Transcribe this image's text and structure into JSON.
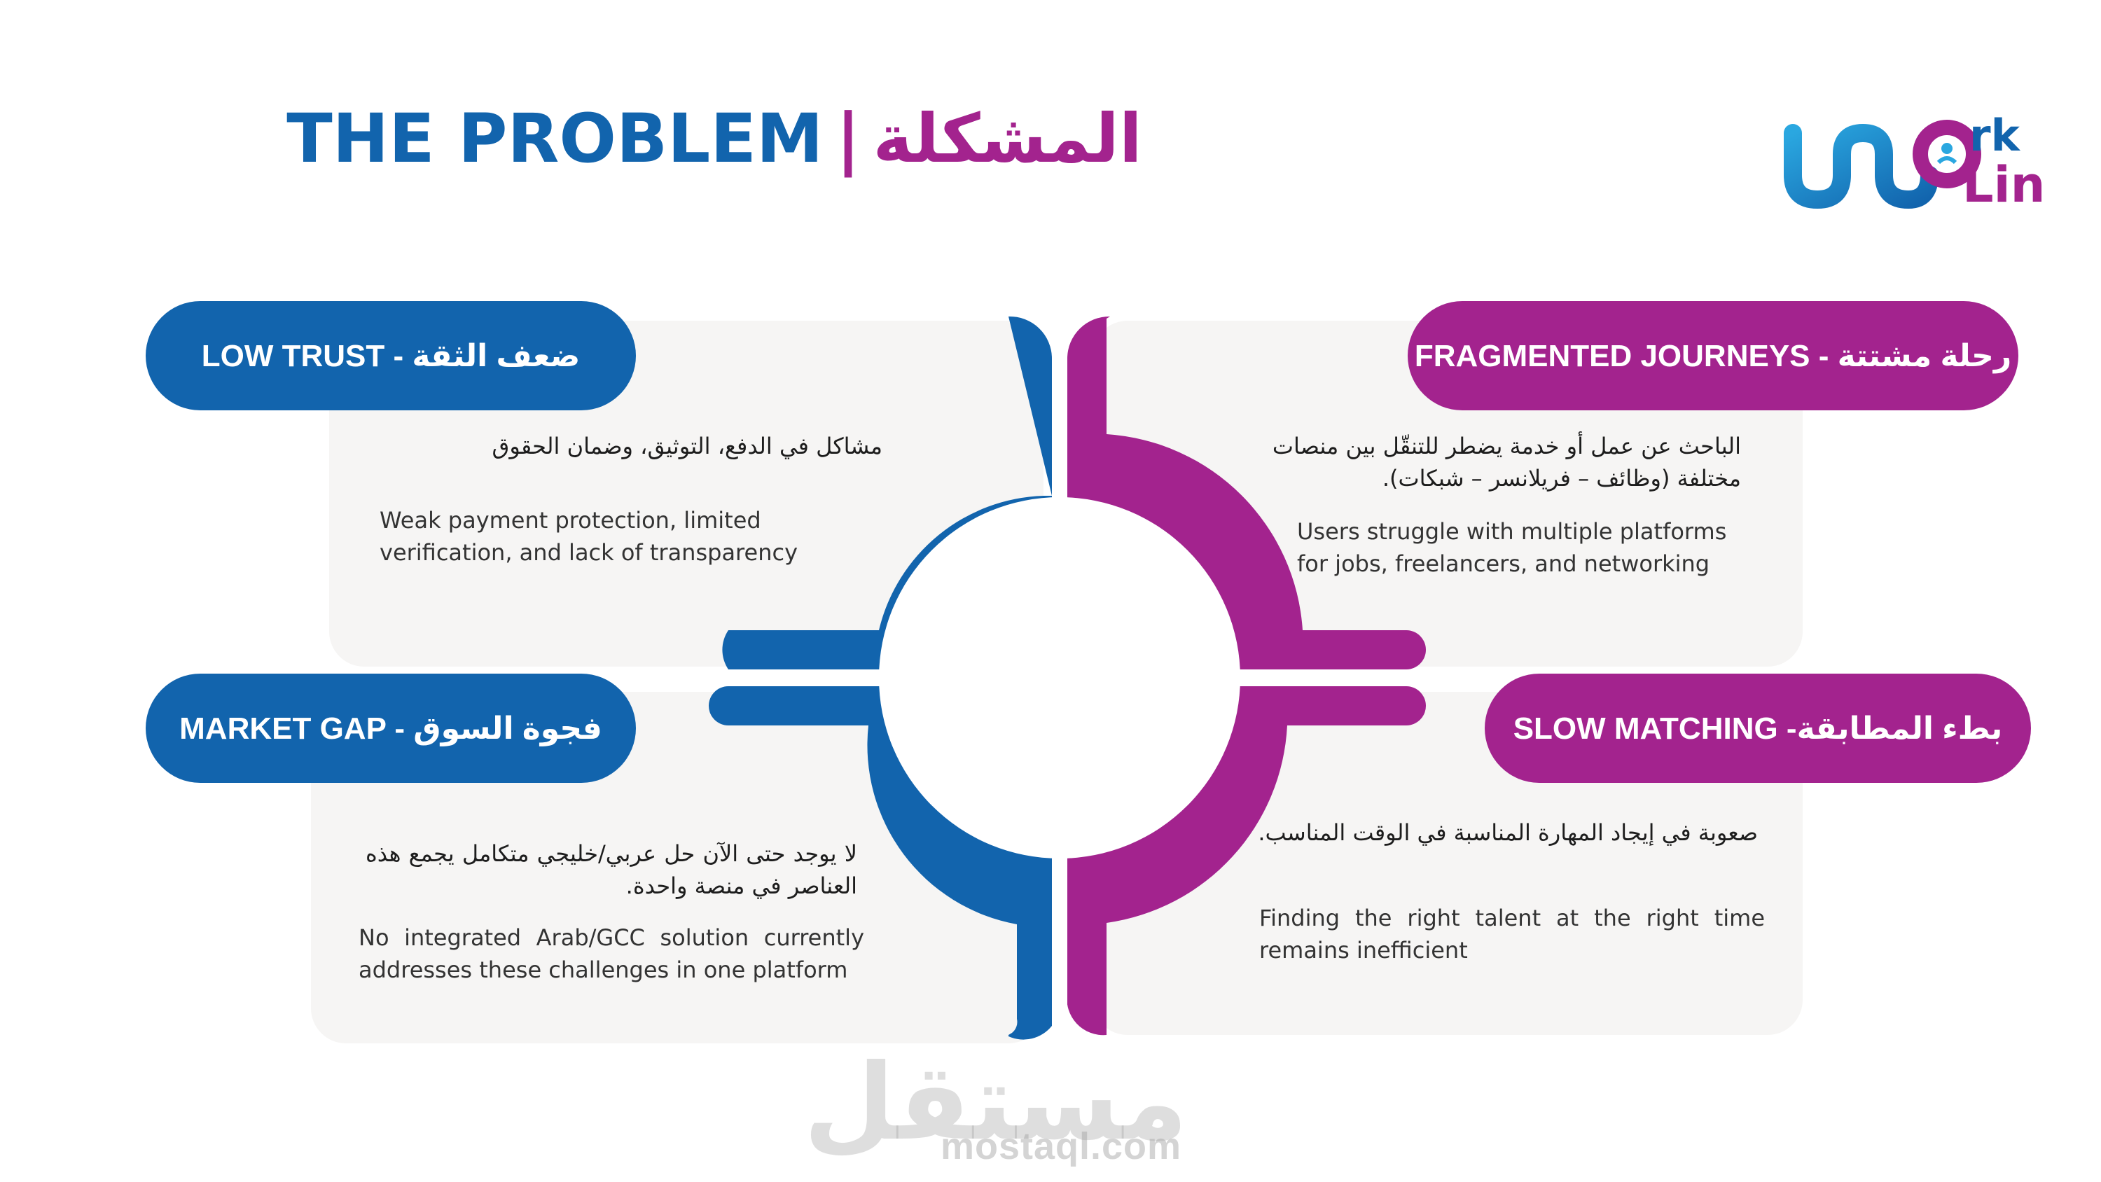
{
  "header": {
    "title_en": "THE PROBLEM",
    "separator": "|",
    "title_ar": "المشكلة"
  },
  "logo": {
    "text_top": "rk",
    "text_bottom": "Link"
  },
  "colors": {
    "blue": "#1264ad",
    "purple": "#a3238e",
    "card_bg": "#f6f5f4"
  },
  "quadrants": {
    "low_trust": {
      "label": "LOW TRUST - ضعف الثقة",
      "ar_text": "مشاكل في الدفع، التوثيق، وضمان الحقوق",
      "en_text": "Weak payment protection, limited verification, and lack of transparency"
    },
    "fragmented": {
      "label": "FRAGMENTED JOURNEYS - رحلة مشتتة",
      "ar_text": "الباحث عن عمل أو خدمة يضطر للتنقّل بين منصات مختلفة (وظائف – فريلانسر – شبكات).",
      "en_text": "Users struggle with multiple platforms for jobs, freelancers, and networking"
    },
    "market_gap": {
      "label": "MARKET GAP - فجوة السوق",
      "ar_text": "لا يوجد حتى الآن حل عربي/خليجي متكامل يجمع هذه العناصر في منصة واحدة.",
      "en_text": "No integrated Arab/GCC solution currently addresses these challenges in one platform"
    },
    "slow_matching": {
      "label": "SLOW MATCHING -بطء المطابقة",
      "ar_text": "صعوبة في إيجاد المهارة المناسبة في الوقت المناسب.",
      "en_text": "Finding the right talent at the right time remains inefficient"
    }
  },
  "watermark": {
    "ar": "مستقل",
    "en": "mostaql.com"
  }
}
